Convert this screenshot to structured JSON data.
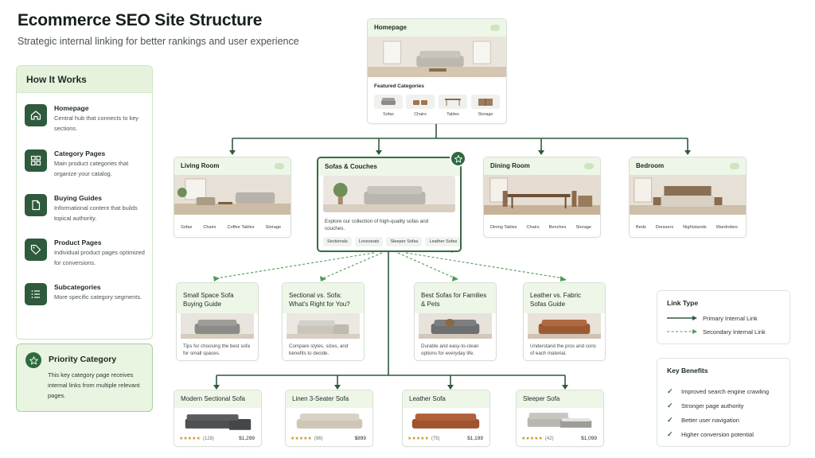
{
  "header": {
    "title": "Ecommerce SEO Site Structure",
    "subtitle": "Strategic internal linking for better rankings and user experience"
  },
  "how_it_works": {
    "heading": "How It Works",
    "items": [
      {
        "title": "Homepage",
        "desc": "Central hub that connects to key sections.",
        "icon": "home-icon"
      },
      {
        "title": "Category Pages",
        "desc": "Main product categories that organize your catalog.",
        "icon": "grid-icon"
      },
      {
        "title": "Buying Guides",
        "desc": "Informational content that builds topical authority.",
        "icon": "document-icon"
      },
      {
        "title": "Product Pages",
        "desc": "Individual product pages optimized for conversions.",
        "icon": "tag-icon"
      },
      {
        "title": "Subcategories",
        "desc": "More specific category segments.",
        "icon": "list-icon"
      }
    ]
  },
  "priority": {
    "title": "Priority Category",
    "desc": "This key category page receives internal links from multiple relevant pages.",
    "icon": "star-icon"
  },
  "homepage": {
    "title": "Homepage",
    "featured_label": "Featured Categories",
    "featured": [
      "Sofas",
      "Chairs",
      "Tables",
      "Storage"
    ]
  },
  "categories": [
    {
      "title": "Living Room",
      "chips": [
        "Sofas",
        "Chairs",
        "Coffee Tables",
        "Storage"
      ]
    },
    {
      "title": "Sofas & Couches",
      "desc": "Explore our collection of high-quality sofas and couches.",
      "chips": [
        "Sectionals",
        "Loveseats",
        "Sleeper Sofas",
        "Leather Sofas"
      ],
      "priority": true
    },
    {
      "title": "Dining Room",
      "chips": [
        "Dining Tables",
        "Chairs",
        "Benches",
        "Storage"
      ]
    },
    {
      "title": "Bedroom",
      "chips": [
        "Beds",
        "Dressers",
        "Nightstands",
        "Wardrobes"
      ]
    }
  ],
  "guides": [
    {
      "title": "Small Space Sofa Buying Guide",
      "desc": "Tips for choosing the best sofa for small spaces."
    },
    {
      "title": "Sectional vs. Sofa: What's Right for You?",
      "desc": "Compare styles, sizes, and benefits to decide."
    },
    {
      "title": "Best Sofas for Families & Pets",
      "desc": "Durable and easy-to-clean options for everyday life."
    },
    {
      "title": "Leather vs. Fabric Sofas Guide",
      "desc": "Understand the pros and cons of each material."
    }
  ],
  "products": [
    {
      "title": "Modern Sectional Sofa",
      "stars": "★★★★★",
      "reviews": "(128)",
      "price": "$1,299",
      "color": "#4e5154"
    },
    {
      "title": "Linen 3-Seater Sofa",
      "stars": "★★★★★",
      "reviews": "(96)",
      "price": "$899",
      "color": "#cfc6b6"
    },
    {
      "title": "Leather Sofa",
      "stars": "★★★★★",
      "reviews": "(75)",
      "price": "$1,199",
      "color": "#a0532e"
    },
    {
      "title": "Sleeper Sofa",
      "stars": "★★★★★",
      "reviews": "(42)",
      "price": "$1,099",
      "color": "#b9b7b2"
    }
  ],
  "link_type": {
    "title": "Link Type",
    "primary": "Primary Internal Link",
    "secondary": "Secondary Internal Link"
  },
  "key_benefits": {
    "title": "Key Benefits",
    "items": [
      "Improved search engine crawling",
      "Stronger page authority",
      "Better user navigation",
      "Higher conversion potential"
    ]
  },
  "colors": {
    "primary_link": "#2f5a3c",
    "secondary_link": "#4f9a55",
    "accent_bg": "#eef6e8"
  }
}
